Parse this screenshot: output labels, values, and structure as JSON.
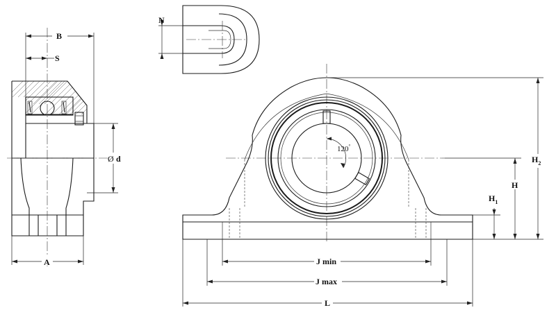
{
  "dimensions": {
    "B": "B",
    "S": "S",
    "N": "N",
    "d": "d",
    "diameter_symbol": "Ø",
    "A": "A",
    "angle": "120",
    "angle_unit": "°",
    "H2_main": "H",
    "H2_sub": "2",
    "H": "H",
    "H1_main": "H",
    "H1_sub": "1",
    "J_min": "J min",
    "J_max": "J max",
    "L": "L"
  }
}
